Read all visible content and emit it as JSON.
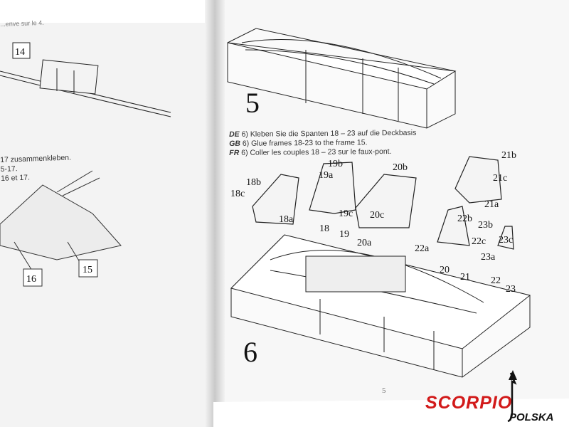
{
  "left_page": {
    "top_fragment": "...enve sur le 4.",
    "text_lines": [
      "17 zusammenkleben.",
      "5-17.",
      "16 et 17."
    ],
    "labels": {
      "l14": "14",
      "l15": "15",
      "l16": "16"
    }
  },
  "right_page": {
    "step5": "5",
    "step6": "6",
    "instructions": [
      {
        "code": "DE",
        "text": "6) Kleben Sie die Spanten 18 – 23 auf die Deckbasis"
      },
      {
        "code": "GB",
        "text": "6) Glue frames 18-23 to the frame 15."
      },
      {
        "code": "FR",
        "text": "6) Coller les couples 18 – 23 sur le faux-pont."
      }
    ],
    "parts": {
      "p18a": "18a",
      "p18b": "18b",
      "p18c": "18c",
      "p19a": "19a",
      "p19b": "19b",
      "p19c": "19c",
      "p20a": "20a",
      "p20b": "20b",
      "p20c": "20c",
      "p21a": "21a",
      "p21b": "21b",
      "p21c": "21c",
      "p22a": "22a",
      "p22b": "22b",
      "p22c": "22c",
      "p23a": "23a",
      "p23b": "23b",
      "p23c": "23c",
      "p18": "18",
      "p19": "19",
      "p20": "20",
      "p21": "21",
      "p22": "22",
      "p23": "23"
    },
    "page_number": "5"
  },
  "logo": {
    "brand": "SCORPIO",
    "sub": "POLSKA",
    "brand_color": "#d21a1a"
  }
}
